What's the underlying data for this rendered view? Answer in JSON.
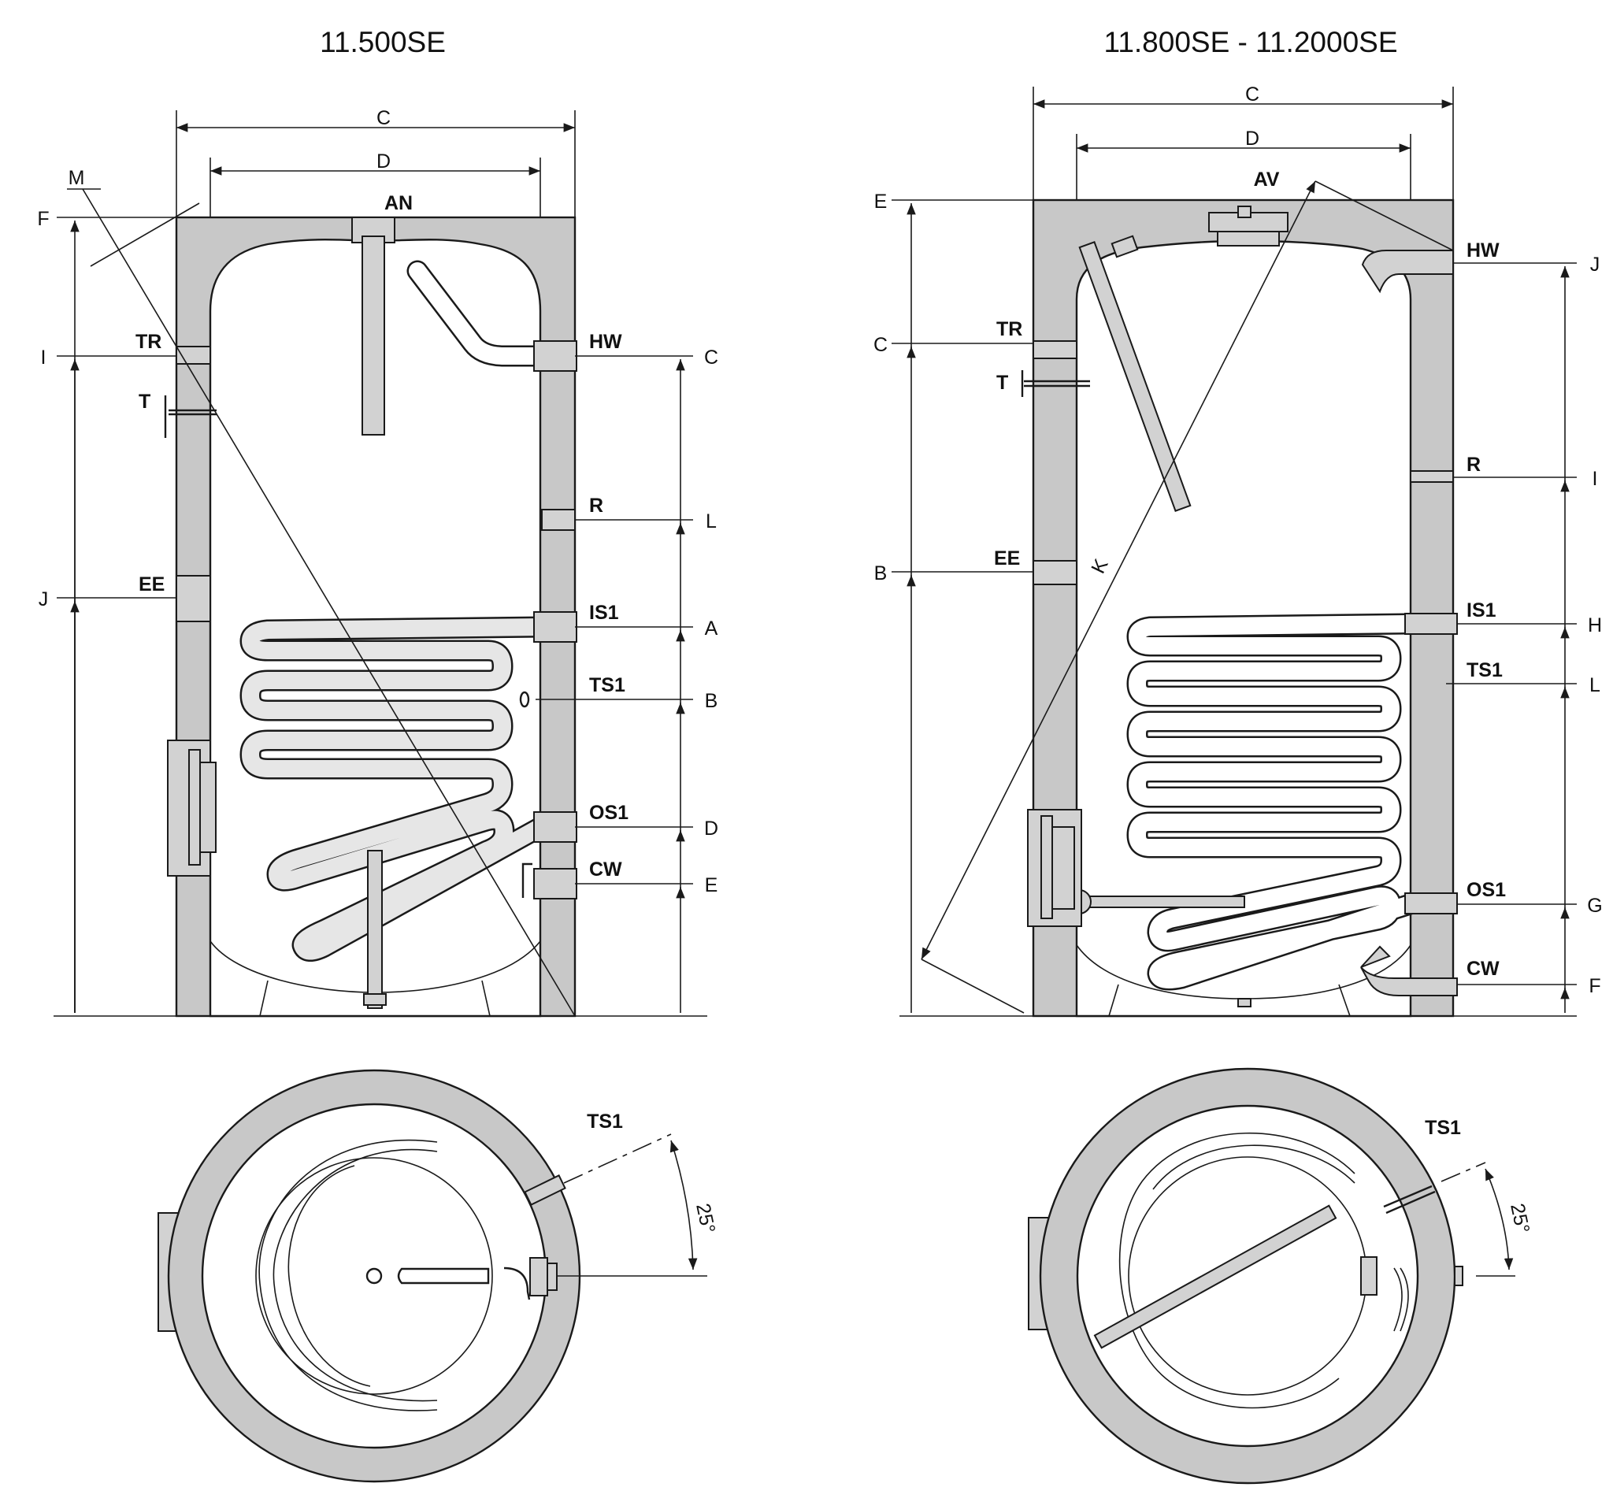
{
  "left": {
    "title": "11.500SE",
    "dims_top": {
      "c": "C",
      "d": "D",
      "m": "M"
    },
    "dims_left": {
      "f": "F",
      "i": "I",
      "j": "J"
    },
    "dims_right": {
      "c": "C",
      "l": "L",
      "a": "A",
      "b": "B",
      "d": "D",
      "e": "E"
    },
    "connections": {
      "an": "AN",
      "tr": "TR",
      "t": "T",
      "ee": "EE",
      "hw": "HW",
      "r": "R",
      "is1": "IS1",
      "ts1": "TS1",
      "os1": "OS1",
      "cw": "CW"
    },
    "top_view": {
      "ts1": "TS1",
      "angle": "25°"
    }
  },
  "right": {
    "title": "11.800SE - 11.2000SE",
    "dims_top": {
      "c": "C",
      "d": "D"
    },
    "dims_left": {
      "e": "E",
      "c": "C",
      "b": "B"
    },
    "dims_right": {
      "j": "J",
      "i": "I",
      "h": "H",
      "l": "L",
      "g": "G",
      "f": "F"
    },
    "diag": "K",
    "connections": {
      "av": "AV",
      "tr": "TR",
      "t": "T",
      "ee": "EE",
      "hw": "HW",
      "r": "R",
      "is1": "IS1",
      "ts1": "TS1",
      "os1": "OS1",
      "cw": "CW"
    },
    "top_view": {
      "ts1": "TS1",
      "angle": "25°"
    }
  }
}
